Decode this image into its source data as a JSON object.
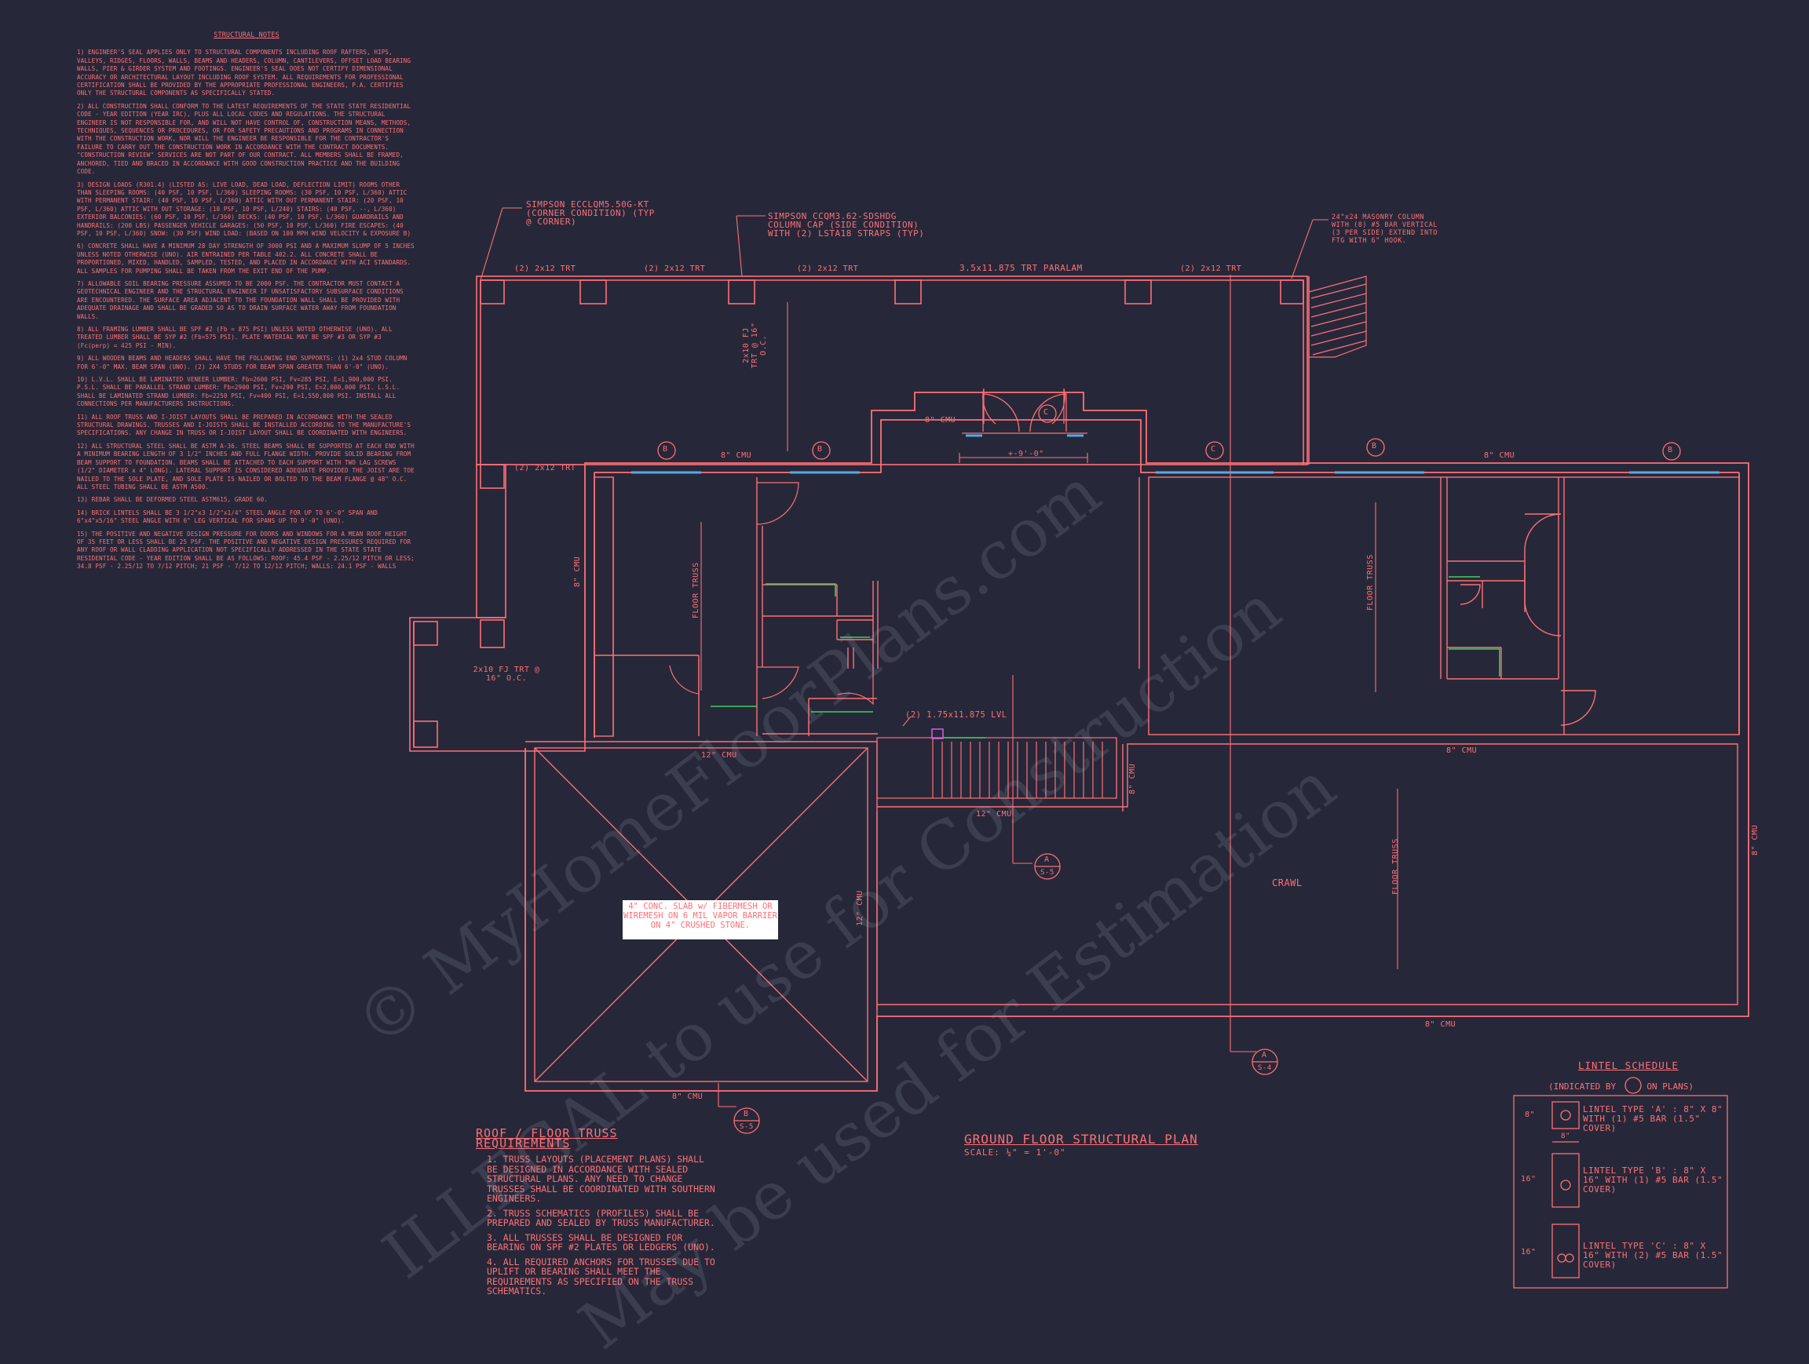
{
  "structural_notes": {
    "title": "STRUCTURAL NOTES",
    "items": [
      "1) ENGINEER'S SEAL APPLIES ONLY TO STRUCTURAL COMPONENTS INCLUDING ROOF RAFTERS, HIPS, VALLEYS, RIDGES, FLOORS, WALLS, BEAMS AND HEADERS, COLUMN, CANTILEVERS, OFFSET LOAD BEARING WALLS, PIER & GIRDER SYSTEM AND FOOTINGS. ENGINEER'S SEAL DOES NOT CERTIFY DIMENSIONAL ACCURACY OR ARCHITECTURAL LAYOUT INCLUDING ROOF SYSTEM. ALL REQUIREMENTS FOR PROFESSIONAL CERTIFICATION SHALL BE PROVIDED BY THE APPROPRIATE PROFESSIONAL ENGINEERS, P.A. CERTIFIES ONLY THE STRUCTURAL COMPONENTS AS SPECIFICALLY STATED.",
      "2) ALL CONSTRUCTION SHALL CONFORM TO THE LATEST REQUIREMENTS OF THE STATE STATE RESIDENTIAL CODE - YEAR EDITION (YEAR IRC), PLUS ALL LOCAL CODES AND REGULATIONS. THE STRUCTURAL ENGINEER IS NOT RESPONSIBLE FOR, AND WILL NOT HAVE CONTROL OF, CONSTRUCTION MEANS, METHODS, TECHNIQUES, SEQUENCES OR PROCEDURES, OR FOR SAFETY PRECAUTIONS AND PROGRAMS IN CONNECTION WITH THE CONSTRUCTION WORK, NOR WILL THE ENGINEER BE RESPONSIBLE FOR THE CONTRACTOR'S FAILURE TO CARRY OUT THE CONSTRUCTION WORK IN ACCORDANCE WITH THE CONTRACT DOCUMENTS. \"CONSTRUCTION REVIEW\" SERVICES ARE NOT PART OF OUR CONTRACT. ALL MEMBERS SHALL BE FRAMED, ANCHORED, TIED AND BRACED IN ACCORDANCE WITH GOOD CONSTRUCTION PRACTICE AND THE BUILDING CODE.",
      "3) DESIGN LOADS (R301.4) (LISTED AS: LIVE LOAD, DEAD LOAD, DEFLECTION LIMIT) ROOMS OTHER THAN SLEEPING ROOMS: (40 PSF, 10 PSF, L/360) SLEEPING ROOMS: (30 PSF, 10 PSF, L/360) ATTIC WITH PERMANENT STAIR: (40 PSF, 10 PSF, L/360) ATTIC WITH OUT PERMANENT STAIR: (20 PSF, 10 PSF, L/360) ATTIC WITH OUT STORAGE: (10 PSF, 10 PSF, L/240) STAIRS: (40 PSF, --, L/360) EXTERIOR BALCONIES: (60 PSF, 10 PSF, L/360) DECKS: (40 PSF, 10 PSF, L/360) GUARDRAILS AND HANDRAILS: (200 LBS) PASSENGER VEHICLE GARAGES: (50 PSF, 10 PSF, L/360) FIRE ESCAPES: (40 PSF, 10 PSF, L/360) SNOW: (30 PSF) WIND LOAD: (BASED ON 100 MPH WIND VELOCITY & EXPOSURE B)",
      "6) CONCRETE SHALL HAVE A MINIMUM 28 DAY STRENGTH OF 3000 PSI AND A MAXIMUM SLUMP OF 5 INCHES UNLESS NOTED OTHERWISE (UNO). AIR ENTRAINED PER TABLE 402.2. ALL CONCRETE SHALL BE PROPORTIONED, MIXED, HANDLED, SAMPLED, TESTED, AND PLACED IN ACCORDANCE WITH ACI STANDARDS. ALL SAMPLES FOR PUMPING SHALL BE TAKEN FROM THE EXIT END OF THE PUMP.",
      "7) ALLOWABLE SOIL BEARING PRESSURE ASSUMED TO BE 2000 PSF. THE CONTRACTOR MUST CONTACT A GEOTECHNICAL ENGINEER AND THE STRUCTURAL ENGINEER IF UNSATISFACTORY SUBSURFACE CONDITIONS ARE ENCOUNTERED. THE SURFACE AREA ADJACENT TO THE FOUNDATION WALL SHALL BE PROVIDED WITH ADEQUATE DRAINAGE AND SHALL BE GRADED SO AS TO DRAIN SURFACE WATER AWAY FROM FOUNDATION WALLS.",
      "8) ALL FRAMING LUMBER SHALL BE SPF #2 (Fb = 875 PSI) UNLESS NOTED OTHERWISE (UNO). ALL TREATED LUMBER SHALL BE SYP #2 (Fb=575 PSI). PLATE MATERIAL MAY BE SPF #3 OR SYP #3 (Fc(perp) = 425 PSI - MIN).",
      "9) ALL WOODEN BEAMS AND HEADERS SHALL HAVE THE FOLLOWING END SUPPORTS: (1) 2x4 STUD COLUMN FOR 6'-0\" MAX. BEAM SPAN (UNO). (2) 2X4 STUDS FOR BEAM SPAN GREATER THAN 6'-0\" (UNO).",
      "10) L.V.L. SHALL BE LAMINATED VENEER LUMBER: Fb=2600 PSI, Fv=285 PSI, E=1,900,000 PSI. P.S.L. SHALL BE PARALLEL STRAND LUMBER: Fb=2900 PSI, Fv=290 PSI, E=2,000,000 PSI. L.S.L. SHALL BE LAMINATED STRAND LUMBER: Fb=2250 PSI, Fv=400 PSI, E=1,550,000 PSI. INSTALL ALL CONNECTIONS PER MANUFACTURERS INSTRUCTIONS.",
      "11) ALL ROOF TRUSS AND I-JOIST LAYOUTS SHALL BE PREPARED IN ACCORDANCE WITH THE SEALED STRUCTURAL DRAWINGS. TRUSSES AND I-JOISTS SHALL BE INSTALLED ACCORDING TO THE MANUFACTURE'S SPECIFICATIONS. ANY CHANGE IN TRUSS OR I-JOIST LAYOUT SHALL BE COORDINATED WITH ENGINEERS.",
      "12) ALL STRUCTURAL STEEL SHALL BE ASTM A-36. STEEL BEAMS SHALL BE SUPPORTED AT EACH END WITH A MINIMUM BEARING LENGTH OF 3 1/2\" INCHES AND FULL FLANGE WIDTH. PROVIDE SOLID BEARING FROM BEAM SUPPORT TO FOUNDATION. BEAMS SHALL BE ATTACHED TO EACH SUPPORT WITH TWO LAG SCREWS (1/2\" DIAMETER x 4\" LONG). LATERAL SUPPORT IS CONSIDERED ADEQUATE PROVIDED THE JOIST ARE TOE NAILED TO THE SOLE PLATE, AND SOLE PLATE IS NAILED OR BOLTED TO THE BEAM FLANGE @ 48\" O.C. ALL STEEL TUBING SHALL BE ASTM A500.",
      "13) REBAR SHALL BE DEFORMED STEEL ASTM615, GRADE 60.",
      "14) BRICK LINTELS SHALL BE 3 1/2\"x3 1/2\"x1/4\" STEEL ANGLE FOR UP TO 6'-0\" SPAN AND 6\"x4\"x5/16\" STEEL ANGLE WITH 6\" LEG VERTICAL FOR SPANS UP TO 9'-0\" (UNO).",
      "15) THE POSITIVE AND NEGATIVE DESIGN PRESSURE FOR DOORS AND WINDOWS FOR A MEAN ROOF HEIGHT OF 35 FEET OR LESS SHALL BE 25 PSF. THE POSITIVE AND NEGATIVE DESIGN PRESSURES REQUIRED FOR ANY ROOF OR WALL CLADDING APPLICATION NOT SPECIFICALLY ADDRESSED IN THE STATE STATE RESIDENTIAL CODE - YEAR EDITION SHALL BE AS FOLLOWS: ROOF: 45.4 PSF - 2.25/12 PITCH OR LESS; 34.8 PSF - 2.25/12 TO 7/12 PITCH; 21 PSF - 7/12 TO 12/12 PITCH; WALLS: 24.1 PSF - WALLS"
    ]
  },
  "plan_labels": {
    "callout_simpson_corner": "SIMPSON ECCLQM5.50G-KT (CORNER CONDITION) (TYP @ CORNER)",
    "callout_simpson_side": "SIMPSON CCQM3.62-SDSHDG COLUMN CAP (SIDE CONDITION) WITH (2) LSTA18 STRAPS (TYP)",
    "callout_masonry_column": "24\"x24 MASONRY COLUMN WITH (8) #5 BAR VERTICAL (3 PER SIDE) EXTEND INTO FTG WITH 6\" HOOK.",
    "beam_1": "(2) 2x12 TRT",
    "beam_2": "(2) 2x12 TRT",
    "beam_3": "(2) 2x12 TRT",
    "beam_paralam": "3.5x11.875 TRT PARALAM",
    "beam_4": "(2) 2x12 TRT",
    "beam_left": "(2) 2x12 TRT",
    "fj_trt": "2x10 FJ TRT @ 16\" O.C.",
    "fj_trt_porch": "2x10 FJ TRT @ 16\" O.C.",
    "cmu_8_a": "8\" CMU",
    "cmu_8_b": "8\" CMU",
    "cmu_8_c": "8\" CMU",
    "cmu_8_d": "8\" CMU",
    "cmu_8_e": "8\" CMU",
    "cmu_8_f": "8\" CMU",
    "cmu_8_g": "8\" CMU",
    "cmu_8_h": "8\" CMU",
    "cmu_8_i": "8\" CMU",
    "cmu_12_a": "12\" CMU",
    "cmu_12_b": "12\" CMU",
    "cmu_12_c": "12\" CMU",
    "dim_9": "+-9'-0\"",
    "lvl": "(2) 1.75x11.875 LVL",
    "floor_truss_1": "FLOOR TRUSS",
    "floor_truss_2": "FLOOR TRUSS",
    "floor_truss_3": "FLOOR TRUSS",
    "crawl": "CRAWL",
    "slab_note": "4\" CONC. SLAB w/ FIBERMESH OR WIREMESH ON 6 MIL VAPOR BARRIER ON 4\" CRUSHED STONE.",
    "lintel_tag_b": "B",
    "lintel_tag_c": "C",
    "section_a": "A",
    "section_b": "B",
    "sheet_s5": "S-5",
    "sheet_s4": "S-4"
  },
  "truss_requirements": {
    "title": "ROOF / FLOOR TRUSS REQUIREMENTS",
    "items": [
      "1. TRUSS LAYOUTS (PLACEMENT PLANS) SHALL BE DESIGNED IN ACCORDANCE WITH SEALED STRUCTURAL PLANS. ANY NEED TO CHANGE TRUSSES SHALL BE COORDINATED WITH SOUTHERN ENGINEERS.",
      "2. TRUSS SCHEMATICS (PROFILES) SHALL BE PREPARED AND SEALED BY TRUSS MANUFACTURER.",
      "3. ALL TRUSSES SHALL BE DESIGNED FOR BEARING ON SPF #2 PLATES OR LEDGERS (UNO).",
      "4. ALL REQUIRED ANCHORS FOR TRUSSES DUE TO UPLIFT OR BEARING SHALL MEET THE REQUIREMENTS AS SPECIFIED ON THE TRUSS SCHEMATICS."
    ]
  },
  "plan_title": "GROUND FLOOR STRUCTURAL PLAN",
  "plan_scale": "SCALE: ¼\" = 1'-0\"",
  "lintel_schedule": {
    "title": "LINTEL SCHEDULE",
    "note_before": "(INDICATED BY",
    "note_after": "ON PLANS)",
    "rows": [
      {
        "height": "8\"",
        "text": "LINTEL TYPE 'A' : 8\" X 8\" WITH (1) #5 BAR (1.5\" COVER)"
      },
      {
        "height": "16\"",
        "text": "LINTEL TYPE 'B' : 8\" X 16\" WITH (1) #5 BAR (1.5\" COVER)"
      },
      {
        "height": "16\"",
        "text": "LINTEL TYPE 'C' : 8\" X 16\" WITH (2) #5 BAR (1.5\" COVER)"
      }
    ],
    "width_label": "8\""
  },
  "watermark": {
    "line1": "© MyHomeFloorPlans.com",
    "line2": "ILLEGAL to use for Construction",
    "line3": "May be used for Estimation"
  },
  "colors": {
    "background": "#262839",
    "line": "#ff6f76",
    "accent_blue": "#5aa8e6",
    "accent_green": "#3ecf5a",
    "accent_magenta": "#d65ce6"
  }
}
